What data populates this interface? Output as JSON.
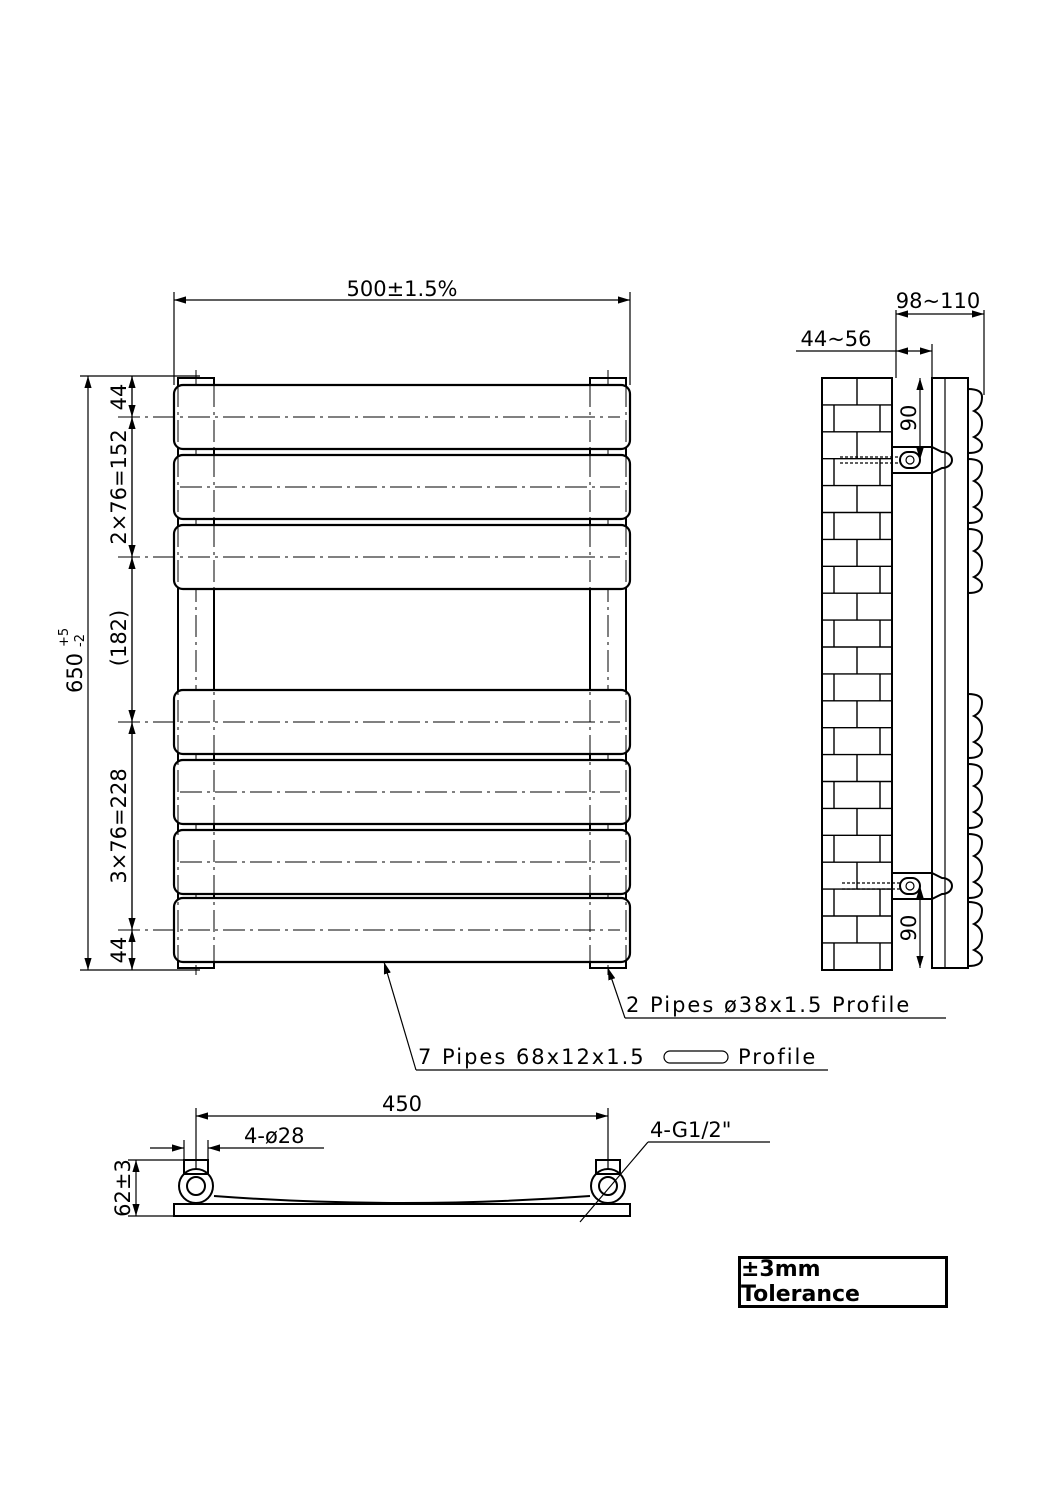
{
  "front_view": {
    "width_label": "500±1.5%",
    "height_label_base": "650",
    "height_label_upper_tol": "+5",
    "height_label_lower_tol": "-2",
    "segment_labels": [
      "44",
      "2×76=152",
      "(182)",
      "3×76=228",
      "44"
    ]
  },
  "side_view": {
    "depth_max_label": "98~110",
    "depth_min_label": "44~56",
    "bracket_top_label": "90",
    "bracket_bottom_label": "90"
  },
  "callouts": {
    "pipes_vertical": "2 Pipes  ø38x1.5 Profile",
    "pipes_horizontal_prefix": "7 Pipes  68x12x1.5",
    "pipes_horizontal_suffix": "Profile"
  },
  "bottom_view": {
    "centers_label": "450",
    "diameter_label": "4-ø28",
    "thread_label": "4-G1/2\"",
    "height_label": "62±3"
  },
  "tolerance_note": "±3mm Tolerance"
}
